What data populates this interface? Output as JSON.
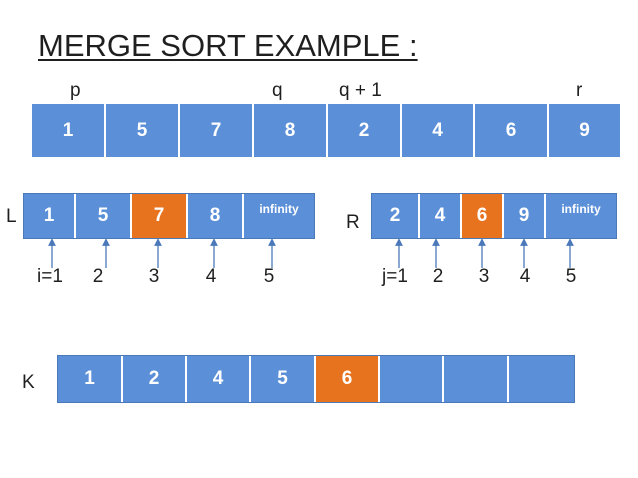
{
  "title": "MERGE SORT EXAMPLE :",
  "markers": {
    "p": "p",
    "q": "q",
    "q1": "q + 1",
    "r": "r"
  },
  "main_array": [
    "1",
    "5",
    "7",
    "8",
    "2",
    "4",
    "6",
    "9"
  ],
  "left": {
    "label": "L",
    "cells": [
      "1",
      "5",
      "7",
      "8",
      "infinity"
    ],
    "highlight_index": 2,
    "indices": [
      "i=1",
      "2",
      "3",
      "4",
      "5"
    ]
  },
  "right": {
    "label": "R",
    "cells": [
      "2",
      "4",
      "6",
      "9",
      "infinity"
    ],
    "highlight_index": 2,
    "indices": [
      "j=1",
      "2",
      "3",
      "4",
      "5"
    ]
  },
  "k_array": {
    "label": "K",
    "cells": [
      "1",
      "2",
      "4",
      "5",
      "6",
      "",
      "",
      ""
    ],
    "highlight_index": 4
  },
  "colors": {
    "cell": "#5b8fd7",
    "highlight": "#e8731f",
    "arrow": "#4a78b8"
  }
}
